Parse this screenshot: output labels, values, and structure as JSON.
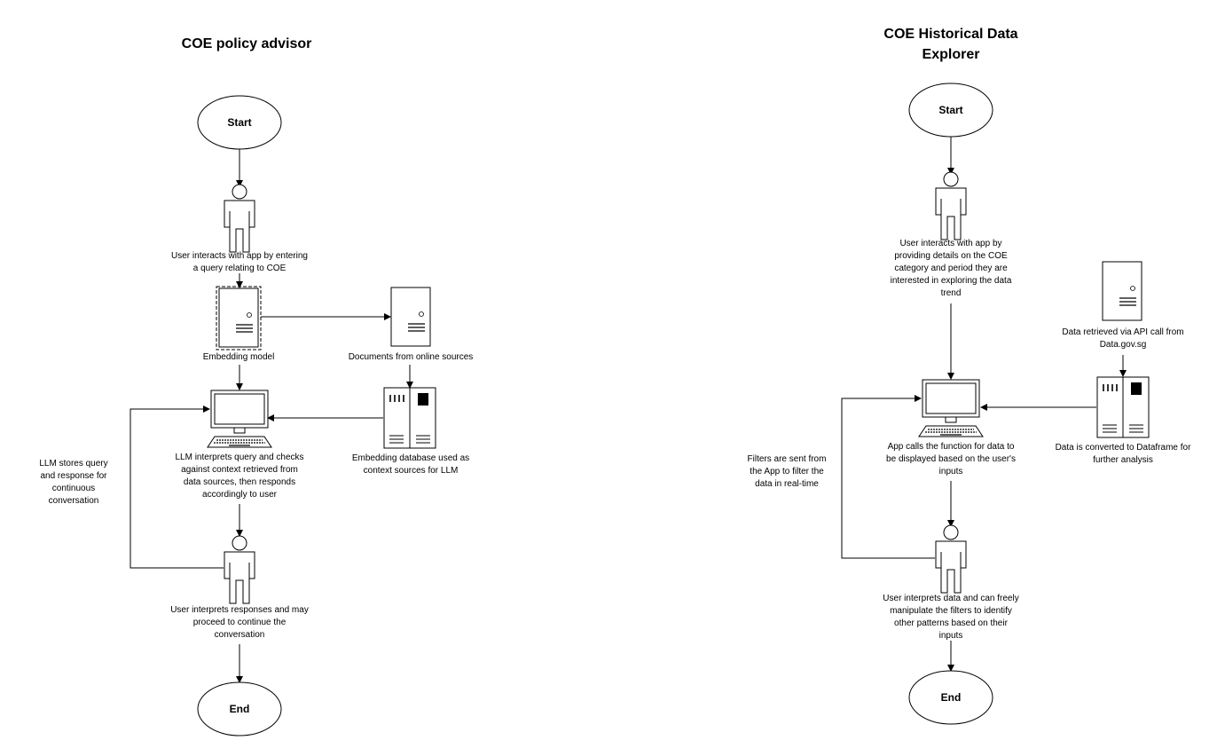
{
  "left": {
    "title": "COE policy advisor",
    "start": "Start",
    "end": "End",
    "user_query": [
      "User interacts with app by entering",
      "a query relating to COE"
    ],
    "embedding_model": "Embedding model",
    "documents": "Documents from online sources",
    "embedding_db": [
      "Embedding database used as",
      "context sources for LLM"
    ],
    "llm": [
      "LLM interprets query and checks",
      "against context retrieved from",
      "data sources, then responds",
      "accordingly to user"
    ],
    "loop": [
      "LLM stores query",
      "and response for",
      "continuous",
      "conversation"
    ],
    "user_response": [
      "User interprets responses and may",
      "proceed to continue the",
      "conversation"
    ]
  },
  "right": {
    "title": [
      "COE Historical Data",
      "Explorer"
    ],
    "start": "Start",
    "end": "End",
    "user_input": [
      "User interacts with app by",
      "providing details on the COE",
      "category and period they are",
      "interested in exploring the data",
      "trend"
    ],
    "api": [
      "Data retrieved via API call from",
      "Data.gov.sg"
    ],
    "dataframe": [
      "Data is converted to Dataframe for",
      "further analysis"
    ],
    "app": [
      "App calls the function for data to",
      "be displayed based on the user's",
      "inputs"
    ],
    "filters": [
      "Filters are sent from",
      "the App to filter the",
      "data in real-time"
    ],
    "user_interprets": [
      "User interprets data and can freely",
      "manipulate the filters to identify",
      "other patterns based on their",
      "inputs"
    ]
  }
}
